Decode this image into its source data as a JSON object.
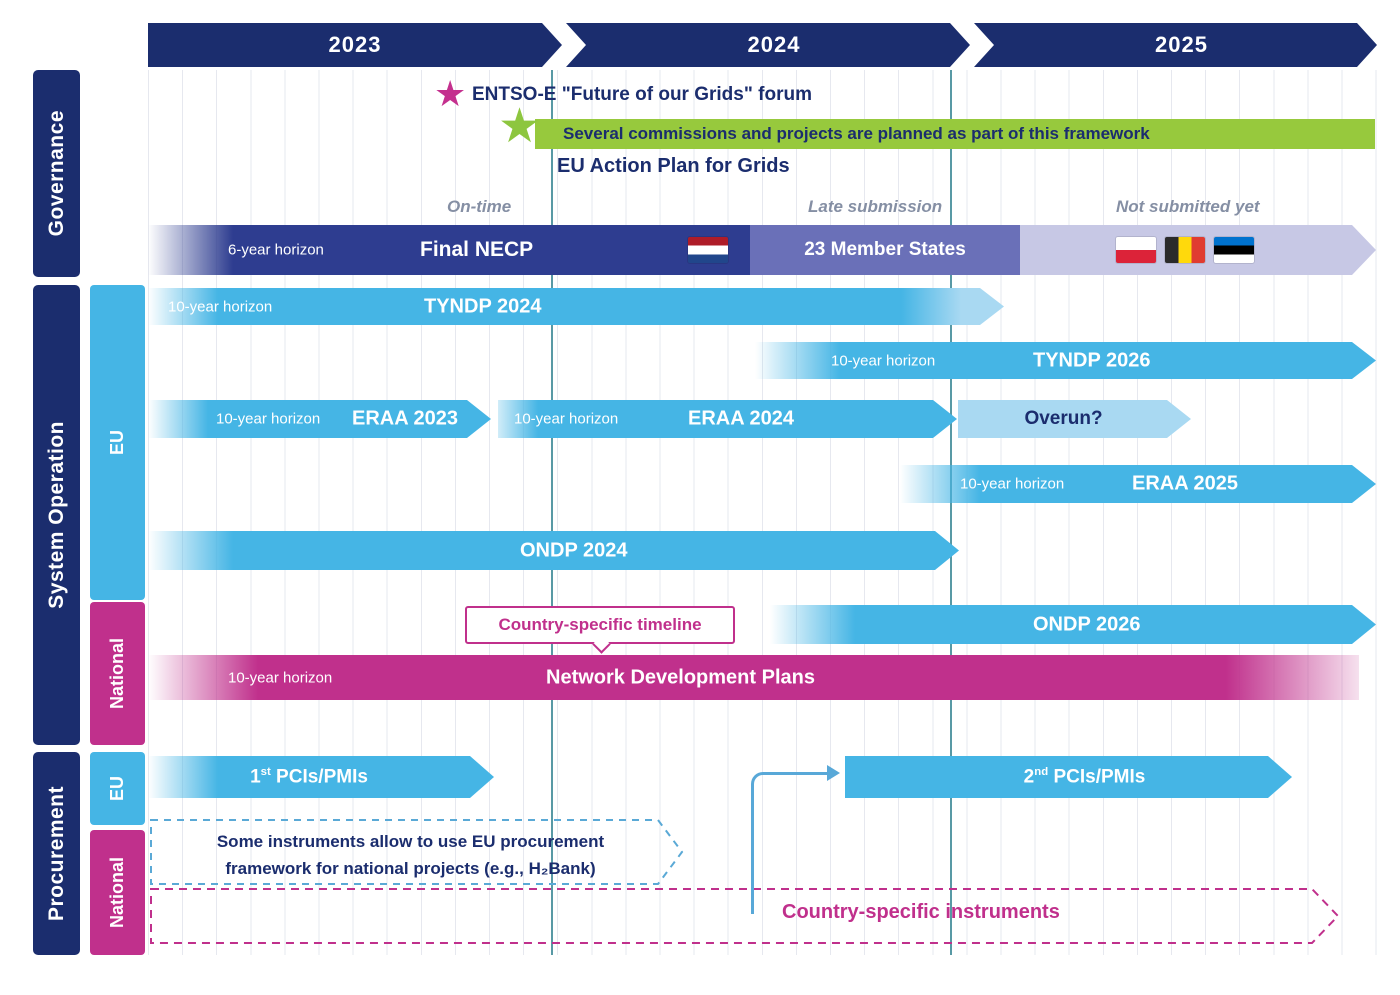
{
  "header": {
    "years": [
      "2023",
      "2024",
      "2025"
    ]
  },
  "sidebar": {
    "governance": "Governance",
    "system_operation": "System Operation",
    "procurement": "Procurement",
    "eu_label": "EU",
    "national_label": "National"
  },
  "governance": {
    "forum": "ENTSO-E \"Future of our Grids\" forum",
    "framework_note": "Several commissions and projects are planned as part of this framework",
    "action_plan": "EU Action Plan for Grids",
    "on_time": "On-time",
    "late_submission": "Late submission",
    "not_submitted": "Not submitted yet",
    "necp": {
      "horizon": "6-year horizon",
      "label": "Final NECP",
      "member_states": "23 Member States"
    },
    "icons": {
      "star_glyph": "★",
      "forum_star": "magenta-star-icon",
      "framework_star": "green-star-icon",
      "necp_flag": "netherlands-flag",
      "pending_flags": [
        "poland-flag",
        "belgium-flag",
        "estonia-flag"
      ]
    }
  },
  "system_operation": {
    "tyndp_2024": {
      "horizon": "10-year horizon",
      "label": "TYNDP 2024"
    },
    "tyndp_2026": {
      "horizon": "10-year horizon",
      "label": "TYNDP 2026"
    },
    "eraa_2023": {
      "horizon": "10-year horizon",
      "label": "ERAA 2023"
    },
    "eraa_2024": {
      "horizon": "10-year horizon",
      "label": "ERAA 2024"
    },
    "overrun": {
      "label": "Overun?"
    },
    "eraa_2025": {
      "horizon": "10-year horizon",
      "label": "ERAA 2025"
    },
    "ondp_2024": {
      "label": "ONDP 2024"
    },
    "ondp_2026": {
      "label": "ONDP 2026"
    },
    "ndp": {
      "horizon": "10-year horizon",
      "label": "Network Development Plans",
      "callout": "Country-specific timeline"
    }
  },
  "procurement": {
    "first_pci": {
      "num": "1",
      "ord": "st",
      "label": " PCIs/PMIs"
    },
    "second_pci": {
      "num": "2",
      "ord": "nd",
      "label": " PCIs/PMIs"
    },
    "eu_note_line1": "Some instruments allow to use EU procurement",
    "eu_note_line2": "framework for national projects (e.g., H₂Bank)",
    "national_note": "Country-specific instruments"
  },
  "colors": {
    "navy": "#1B2D6E",
    "blue_bar": "#45B5E5",
    "light_blue": "#A9D9F2",
    "magenta": "#C0308C",
    "green": "#97C93D",
    "necp_dark_blue": "#2E3D90",
    "member_states_purple": "#6A70B8",
    "lavender": "#C7C8E5",
    "teal_gridline": "#2E7F8F",
    "gray_status": "#858FA4",
    "connector_blue": "#58A8D8"
  }
}
